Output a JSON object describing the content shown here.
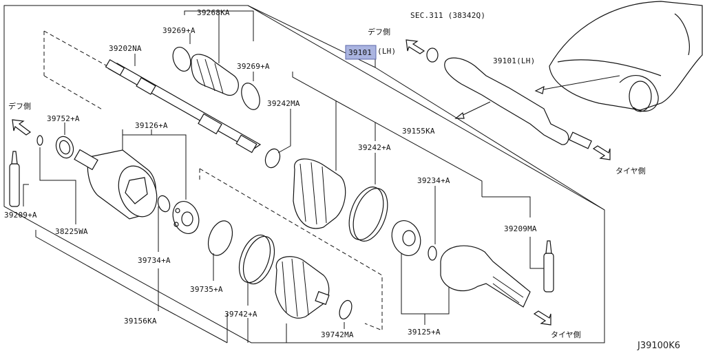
{
  "labels": {
    "p39268KA": "39268KA",
    "p39269A_top": "39269+A",
    "p39269A_right": "39269+A",
    "p39202NA": "39202NA",
    "p39242MA": "39242MA",
    "p39101_box": "39101",
    "p39101_box_suffix": "(LH)",
    "p39101_car": "39101(LH)",
    "sec311": "SEC.311 (38342Q)",
    "p39155KA": "39155KA",
    "p39242A": "39242+A",
    "p39234A": "39234+A",
    "p39209MA": "39209MA",
    "p39752A": "39752+A",
    "p39126A": "39126+A",
    "p39209A": "39209+A",
    "p38225WA": "38225WA",
    "p39734A": "39734+A",
    "p39735A": "39735+A",
    "p39742A": "39742+A",
    "p39742MA": "39742MA",
    "p39156KA": "39156KA",
    "p39125A": "39125+A"
  },
  "directions": {
    "diff_left": "デフ側",
    "diff_top": "デフ側",
    "tire_right": "タイヤ側",
    "tire_bottom": "タイヤ側"
  },
  "diagram_code": "J39100K6",
  "colors": {
    "highlight": "#aab4e0",
    "line": "#111111"
  }
}
